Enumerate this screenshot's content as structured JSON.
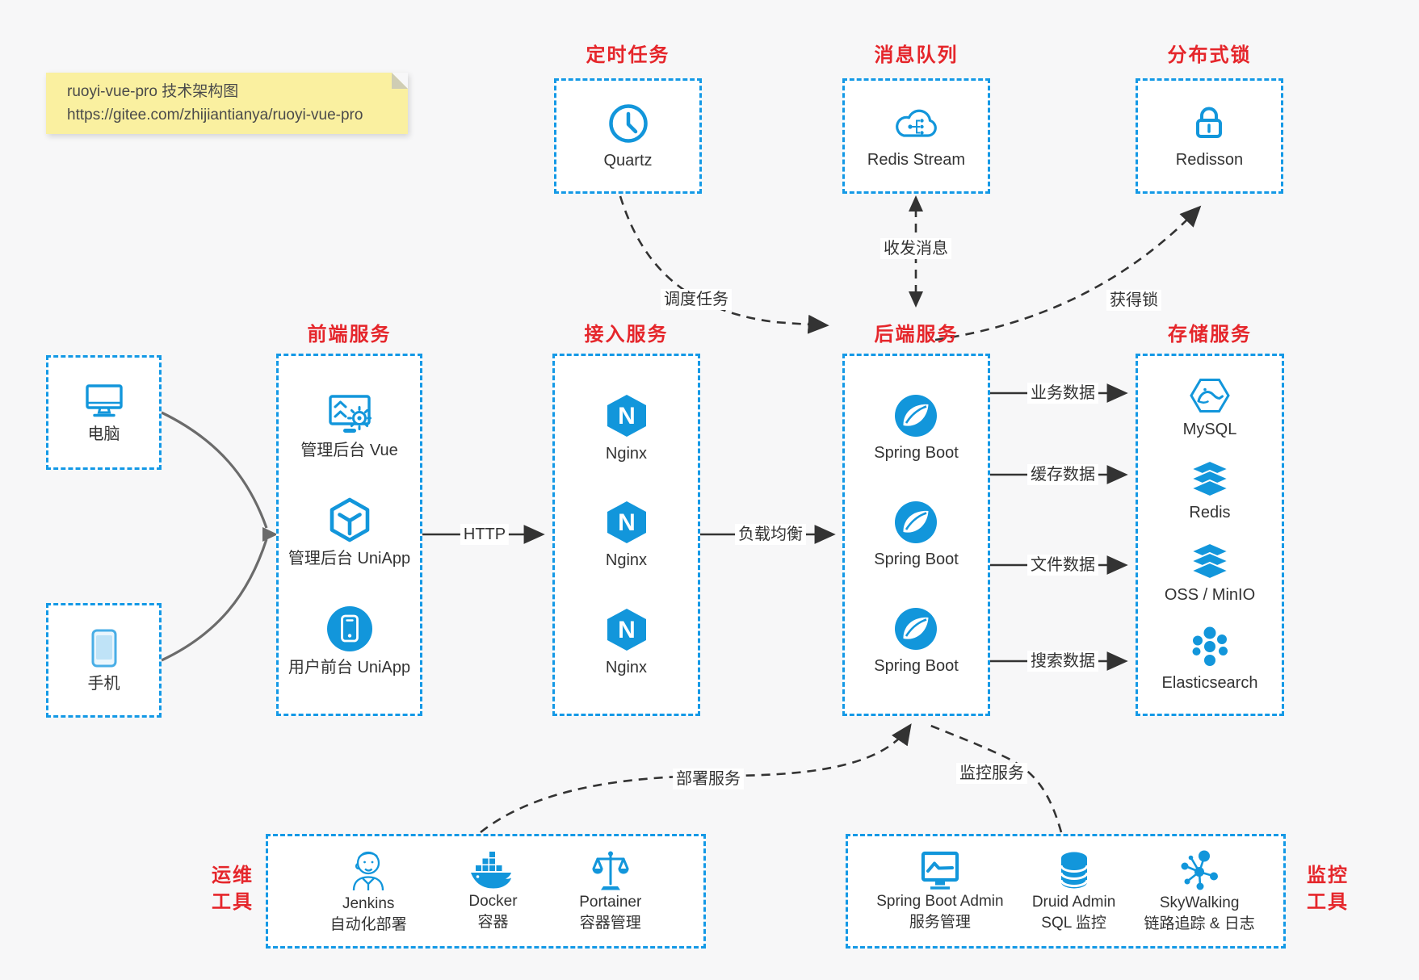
{
  "colors": {
    "accent_blue": "#1296db",
    "border_blue": "#1499e6",
    "title_red": "#e5262b",
    "arrow_dark": "#333333",
    "device_arrow_gray": "#6b6b6b",
    "note_bg": "#faf0a0",
    "page_bg": "#f7f7f8"
  },
  "note": {
    "line1": "ruoyi-vue-pro 技术架构图",
    "line2": "https://gitee.com/zhijiantianya/ruoyi-vue-pro"
  },
  "top_groups": [
    {
      "title": "定时任务",
      "item": {
        "icon": "clock-icon",
        "label": "Quartz"
      }
    },
    {
      "title": "消息队列",
      "item": {
        "icon": "cloud-stream-icon",
        "label": "Redis Stream"
      }
    },
    {
      "title": "分布式锁",
      "item": {
        "icon": "lock-icon",
        "label": "Redisson"
      }
    }
  ],
  "devices": [
    {
      "icon": "desktop-icon",
      "label": "电脑"
    },
    {
      "icon": "mobile-icon",
      "label": "手机"
    }
  ],
  "columns": [
    {
      "title": "前端服务",
      "items": [
        {
          "icon": "admin-screen-gear-icon",
          "label": "管理后台 Vue"
        },
        {
          "icon": "uniapp-cube-icon",
          "label": "管理后台 UniApp"
        },
        {
          "icon": "phone-circle-icon",
          "label": "用户前台 UniApp"
        }
      ]
    },
    {
      "title": "接入服务",
      "items": [
        {
          "icon": "nginx-icon",
          "label": "Nginx"
        },
        {
          "icon": "nginx-icon",
          "label": "Nginx"
        },
        {
          "icon": "nginx-icon",
          "label": "Nginx"
        }
      ]
    },
    {
      "title": "后端服务",
      "items": [
        {
          "icon": "spring-boot-icon",
          "label": "Spring Boot"
        },
        {
          "icon": "spring-boot-icon",
          "label": "Spring Boot"
        },
        {
          "icon": "spring-boot-icon",
          "label": "Spring Boot"
        }
      ]
    },
    {
      "title": "存储服务",
      "items": [
        {
          "icon": "mysql-icon",
          "label": "MySQL"
        },
        {
          "icon": "layer-stack-icon",
          "label": "Redis"
        },
        {
          "icon": "layer-stack-icon",
          "label": "OSS / MinIO"
        },
        {
          "icon": "elasticsearch-icon",
          "label": "Elasticsearch"
        }
      ]
    }
  ],
  "bottom_groups": [
    {
      "side_label_line1": "运维",
      "side_label_line2": "工具",
      "items": [
        {
          "icon": "jenkins-icon",
          "label": "Jenkins",
          "sublabel": "自动化部署"
        },
        {
          "icon": "docker-icon",
          "label": "Docker",
          "sublabel": "容器"
        },
        {
          "icon": "portainer-icon",
          "label": "Portainer",
          "sublabel": "容器管理"
        }
      ]
    },
    {
      "side_label_line1": "监控",
      "side_label_line2": "工具",
      "items": [
        {
          "icon": "monitor-chart-icon",
          "label": "Spring Boot Admin",
          "sublabel": "服务管理"
        },
        {
          "icon": "database-icon",
          "label": "Druid Admin",
          "sublabel": "SQL 监控"
        },
        {
          "icon": "skywalking-icon",
          "label": "SkyWalking",
          "sublabel": "链路追踪 & 日志"
        }
      ]
    }
  ],
  "edges": {
    "http": "HTTP",
    "load_balance": "负载均衡",
    "schedule_task": "调度任务",
    "send_receive_message": "收发消息",
    "acquire_lock": "获得锁",
    "business_data": "业务数据",
    "cache_data": "缓存数据",
    "file_data": "文件数据",
    "search_data": "搜索数据",
    "deploy_service": "部署服务",
    "monitor_service": "监控服务"
  }
}
